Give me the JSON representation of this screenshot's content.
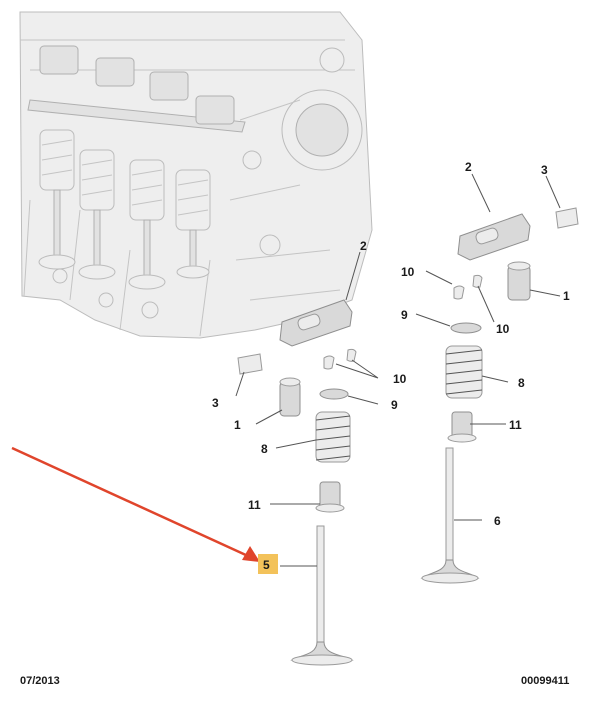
{
  "footer": {
    "date": "07/2013",
    "ref": "00099411"
  },
  "highlight_color": "#f3c25a",
  "arrow_color": "#e0452c",
  "labels": {
    "p2a": "2",
    "p3a": "3",
    "p10a": "10",
    "p1a": "1",
    "p9a": "9",
    "p10b": "10",
    "p8a": "8",
    "p11a": "11",
    "p6": "6",
    "p2b": "2",
    "p10c": "10",
    "p3b": "3",
    "p1b": "1",
    "p9b": "9",
    "p8b": "8",
    "p11b": "11",
    "p5": "5"
  }
}
